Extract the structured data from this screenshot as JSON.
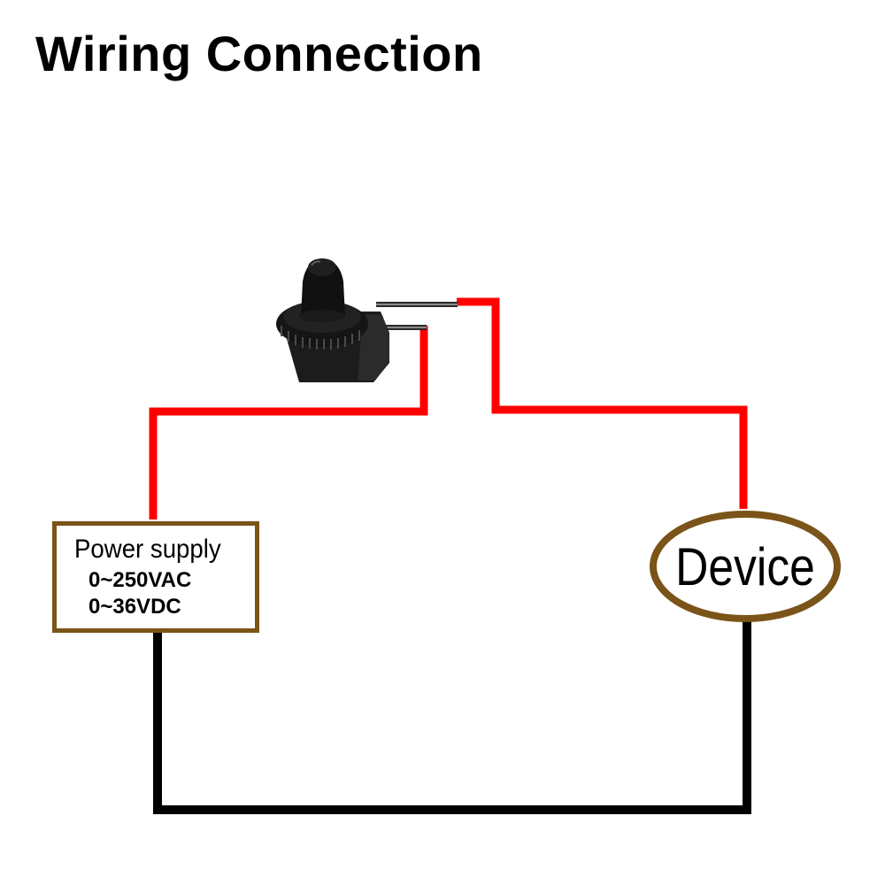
{
  "title": "Wiring Connection",
  "power_supply": {
    "label": "Power supply",
    "ac_rating": "0~250VAC",
    "dc_rating": "0~36VDC"
  },
  "device": {
    "label": "Device"
  },
  "colors": {
    "live_wire": "#ff0000",
    "return_wire": "#000000",
    "component_border": "#7a5418",
    "switch_body": "#1c1c1c"
  },
  "icons": {
    "switch": "push-button-switch-icon"
  }
}
